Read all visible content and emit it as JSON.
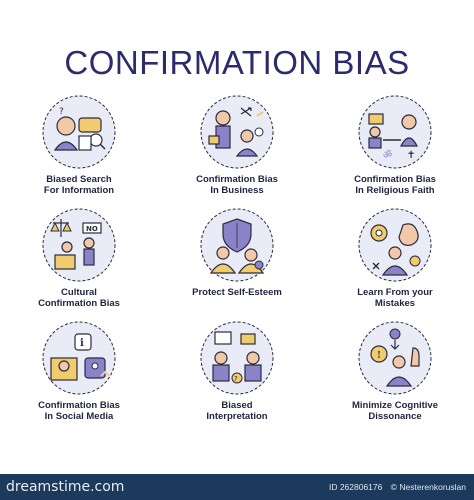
{
  "title": "CONFIRMATION BIAS",
  "icons": [
    {
      "name": "biased-search",
      "label": [
        "Biased Search",
        "For Information"
      ]
    },
    {
      "name": "business",
      "label": [
        "Confirmation Bias",
        "In Business"
      ]
    },
    {
      "name": "religious-faith",
      "label": [
        "Confirmation Bias",
        "In Religious Faith"
      ]
    },
    {
      "name": "cultural",
      "label": [
        "Cultural",
        "Confirmation Bias"
      ]
    },
    {
      "name": "self-esteem",
      "label": [
        "Protect Self-Esteem"
      ]
    },
    {
      "name": "learn-mistakes",
      "label": [
        "Learn From your",
        "Mistakes"
      ]
    },
    {
      "name": "social-media",
      "label": [
        "Confirmation Bias",
        "In Social Media"
      ]
    },
    {
      "name": "interpretation",
      "label": [
        "Biased",
        "Interpretation"
      ]
    },
    {
      "name": "cognitive-dissonance",
      "label": [
        "Minimize Cognitive",
        "Dissonance"
      ]
    }
  ],
  "icon_no_sign_text": "NO",
  "footer": {
    "logo": "dreamstime.com",
    "id_text": "ID 262806176",
    "copyright": "© Nesterenkoruslan"
  },
  "colors": {
    "circle_fill": "#e9ebf6",
    "accent_purple": "#8a83c9",
    "accent_yellow": "#f0cc6e",
    "accent_peach": "#f2c9a8",
    "outline": "#2b2b3a",
    "footer_bg": "#1b3a5c"
  }
}
